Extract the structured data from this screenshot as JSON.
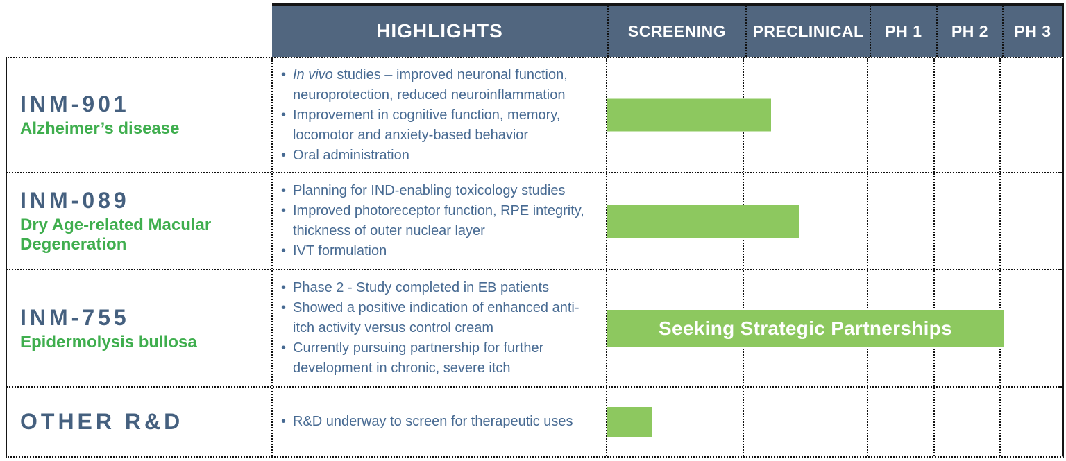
{
  "bullet_marker": "•",
  "header": {
    "highlights": "HIGHLIGHTS",
    "stages": [
      "SCREENING",
      "PRECLINICAL",
      "PH 1",
      "PH 2",
      "PH 3"
    ]
  },
  "rows": [
    {
      "code": "INM-901",
      "indication": "Alzheimer’s disease",
      "bullets": [
        {
          "italic": "In vivo",
          "text": " studies – improved neuronal function, neuroprotection, reduced neuroinflammation"
        },
        {
          "text": "Improvement in cognitive function, memory, locomotor and anxiety-based behavior"
        },
        {
          "text": "Oral administration"
        }
      ]
    },
    {
      "code": "INM-089",
      "indication": "Dry Age-related Macular Degeneration",
      "bullets": [
        {
          "text": "Planning for IND-enabling toxicology studies"
        },
        {
          "text": "Improved photoreceptor function, RPE integrity, thickness of outer nuclear layer"
        },
        {
          "text": "IVT formulation"
        }
      ]
    },
    {
      "code": "INM-755",
      "indication": "Epidermolysis bullosa",
      "bullets": [
        {
          "text": "Phase 2 - Study completed in EB patients"
        },
        {
          "text": "Showed a positive indication of enhanced anti-itch activity versus control cream"
        },
        {
          "text": "Currently pursuing partnership for further development in chronic, severe itch"
        }
      ]
    },
    {
      "code": "OTHER R&D",
      "indication": "",
      "bullets": [
        {
          "text": "R&D underway to screen for therapeutic uses"
        }
      ]
    }
  ],
  "chart_data": {
    "type": "bar",
    "variant": "pipeline-gantt",
    "stages": [
      "SCREENING",
      "PRECLINICAL",
      "PH 1",
      "PH 2",
      "PH 3"
    ],
    "stage_axis_note": "stage units: 0 = start of Screening, 1 = start of Preclinical, 2 = start of PH 1, 3 = start of PH 2, 4 = start of PH 3, 5 = end of PH 3",
    "bars": [
      {
        "program": "INM-901",
        "start": 0,
        "end": 1.23,
        "label": ""
      },
      {
        "program": "INM-089",
        "start": 0,
        "end": 1.46,
        "label": ""
      },
      {
        "program": "INM-755",
        "start": 0,
        "end": 4.07,
        "label": "Seeking Strategic Partnerships"
      },
      {
        "program": "OTHER R&D",
        "start": 0,
        "end": 0.33,
        "label": ""
      }
    ],
    "bar_color": "#8DC85F",
    "legend_position": "none",
    "grid": "dotted"
  },
  "colors": {
    "header_bg": "#51667F",
    "header_text": "#FFFFFF",
    "program_code": "#45607F",
    "indication_green": "#3FAE4E",
    "bullet_text": "#476A92",
    "bar_green": "#8DC85F",
    "bar_label_text": "#FFFFFF"
  }
}
